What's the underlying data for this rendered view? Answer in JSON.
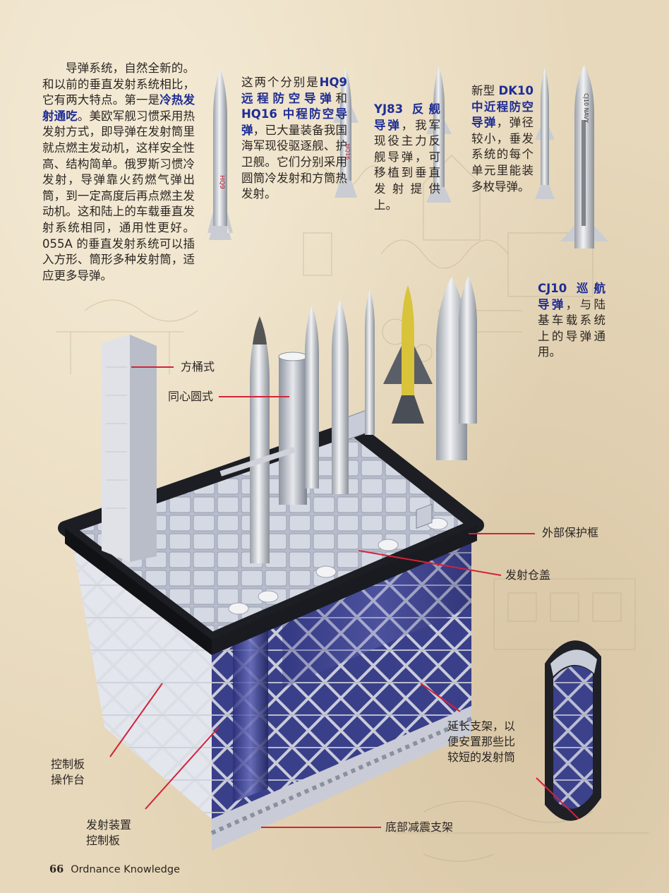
{
  "intro_text": {
    "p1": "导弹系统，自然全新的。和以前的垂直发射系统相比，它有两大特点。第一是",
    "p1_hl": "冷热发射通吃",
    "p1_rest": "。美欧军舰习惯采用热发射方式，即导弹在发射筒里就点燃主发动机，这样安全性高、结构简单。俄罗斯习惯冷发射，导弹靠火药燃气弹出筒，到一定高度后再点燃主发动机。这和陆上的车载垂直发射系统相同，通用性更好。055A 的垂直发射系统可以插入方形、筒形多种发射筒，适应更多导弹。"
  },
  "hq_text": {
    "pre": "这两个分别是",
    "hl1": "HQ9 远程防空导弹",
    "mid": "和",
    "hl2": "HQ16 中程防空导弹",
    "post": "，已大量装备我国海军现役驱逐舰、护卫舰。它们分别采用圆筒冷发射和方筒热发射。"
  },
  "yj_text": {
    "hl": "YJ83 反舰导弹",
    "post": "，我军现役主力反舰导弹，可移植到垂直发射提供上。"
  },
  "dk_text": {
    "pre": "新型 ",
    "hl": "DK10 中近程防空导弹",
    "post": "，弹径较小，垂发系统的每个单元里能装多枚导弹。"
  },
  "cj_text": {
    "hl": "CJ10 巡航导弹",
    "post": "，与陆基车载系统上的导弹通用。"
  },
  "missile_marks": {
    "hq9": "HQ9",
    "hq16": "HQ16",
    "cj10": "CJ10 NAVY"
  },
  "callouts": {
    "square": "方桶式",
    "concentric": "同心圆式",
    "frame": "外部保护框",
    "hatch": "发射仓盖",
    "ext_line1": "延长支架，以",
    "ext_line2": "便安置那些比",
    "ext_line3": "较短的发射筒",
    "ctrl_line1": "控制板",
    "ctrl_line2": "操作台",
    "launch_line1": "发射装置",
    "launch_line2": "控制板",
    "base": "底部减震支架"
  },
  "footer": {
    "page": "66",
    "magazine": "Ordnance Knowledge"
  },
  "colors": {
    "accent_red": "#d2233a",
    "highlight_blue": "#1f2d93",
    "paper": "#e7d8bb"
  }
}
